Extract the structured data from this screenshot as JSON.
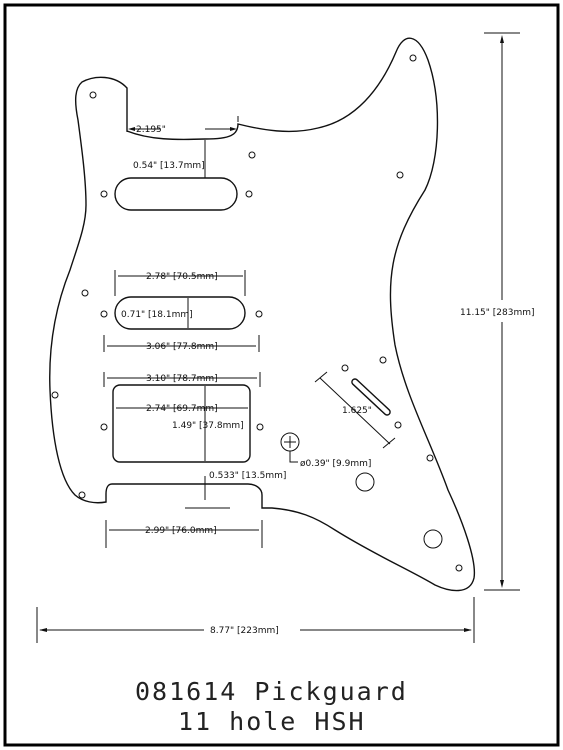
{
  "title": {
    "line1": "081614 Pickguard",
    "line2": "11 hole HSH"
  },
  "dimensions": {
    "neck_width": "2.195\"",
    "neck_pickup_offset": "0.54\" [13.7mm]",
    "single_coil_length": "2.78\" [70.5mm]",
    "single_coil_width": "0.71\" [18.1mm]",
    "single_coil_mount": "3.06\" [77.8mm]",
    "humbucker_mount": "3.10\" [78.7mm]",
    "humbucker_length": "2.74\" [69.7mm]",
    "humbucker_width": "1.49\" [37.8mm]",
    "bridge_offset": "0.533\" [13.5mm]",
    "bridge_cut_width": "2.99\" [76.0mm]",
    "switch_slot": "1.625\"",
    "pot_hole": "ø0.39\" [9.9mm]",
    "overall_height": "11.15\" [283mm]",
    "overall_width": "8.77\" [223mm]"
  },
  "colors": {
    "line": "#111111",
    "background": "#ffffff"
  }
}
